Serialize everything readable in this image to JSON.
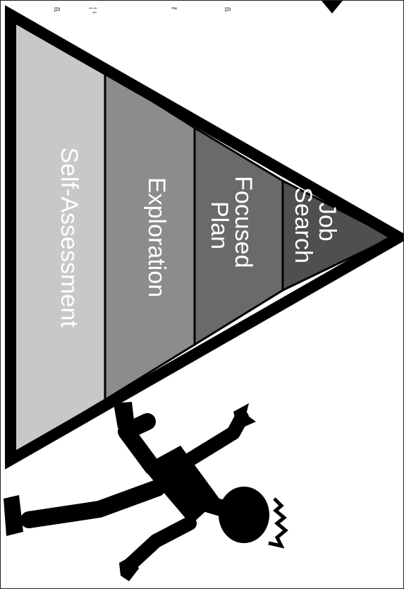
{
  "stages": [
    {
      "lines": [
        "Self-Assessment"
      ],
      "fill": "#c8c8c8",
      "text_color": "#ffffff"
    },
    {
      "lines": [
        "Exploration"
      ],
      "fill": "#8c8c8c",
      "text_color": "#ffffff"
    },
    {
      "lines": [
        "Focused",
        "Plan"
      ],
      "fill": "#6a6a6a",
      "text_color": "#ffffff"
    },
    {
      "lines": [
        "Job",
        "Search"
      ],
      "fill": "#4f4f4f",
      "text_color": "#ffffff"
    }
  ],
  "colors": {
    "outline": "#000000",
    "figure": "#000000",
    "background": "#ffffff"
  },
  "top_marks": [
    "ß",
    "¦ ¹",
    "ř",
    "ß"
  ]
}
